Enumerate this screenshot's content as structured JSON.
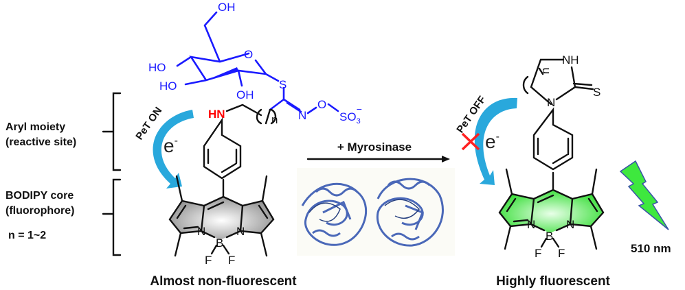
{
  "labels": {
    "aryl_line1": "Aryl moiety",
    "aryl_line2": "(reactive site)",
    "core_line1": "BODIPY core",
    "core_line2": "(fluorophore)",
    "n_range": "n = 1~2",
    "left_caption": "Almost non-fluorescent",
    "right_caption": "Highly fluorescent",
    "reagent": "+ Myrosinase",
    "pet_on": "PeT ON",
    "pet_off": "PeT OFF",
    "electron": "e",
    "electron_sup": "-",
    "emission": "510 nm"
  },
  "atoms": {
    "oh": "OH",
    "ho": "HO",
    "o": "O",
    "s": "S",
    "n": "N",
    "hn": "HN",
    "nh": "NH",
    "so3": "SO",
    "so3_sub": "3",
    "so3_sup": "−",
    "b": "B",
    "f": "F",
    "n_index": "n"
  },
  "colors": {
    "glucosinolate": "#1a1aff",
    "amine": "#ff0000",
    "arrow_blue": "#29a8dc",
    "core_gray": "#b0b0b0",
    "core_green": "#3ee83e",
    "protein": "#4a68b8",
    "block_x": "#ff2020"
  }
}
